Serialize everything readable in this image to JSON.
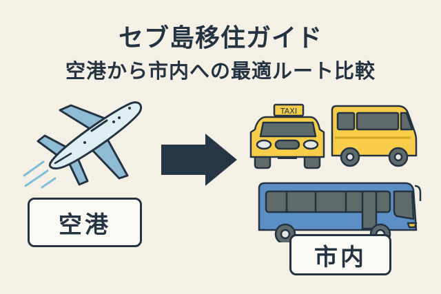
{
  "title": "セブ島移住ガイド",
  "subtitle": "空港から市内への最適ルート比較",
  "origin": {
    "label": "空港",
    "icon": "airplane-icon"
  },
  "destination": {
    "label": "市内",
    "icon": "bus-icon"
  },
  "transport_options": [
    {
      "name": "taxi",
      "sign": "TAXI",
      "icon": "taxi-icon"
    },
    {
      "name": "van",
      "icon": "van-icon"
    },
    {
      "name": "bus",
      "icon": "bus-icon"
    }
  ],
  "colors": {
    "background": "#f5f0e6",
    "ink": "#233342",
    "airplane_wing": "#8fbcd4",
    "airplane_body": "#dfeef0",
    "taxi_yellow": "#f7cd4a",
    "bus_blue": "#5b8fc6",
    "window_gray": "#5f6a6a"
  }
}
